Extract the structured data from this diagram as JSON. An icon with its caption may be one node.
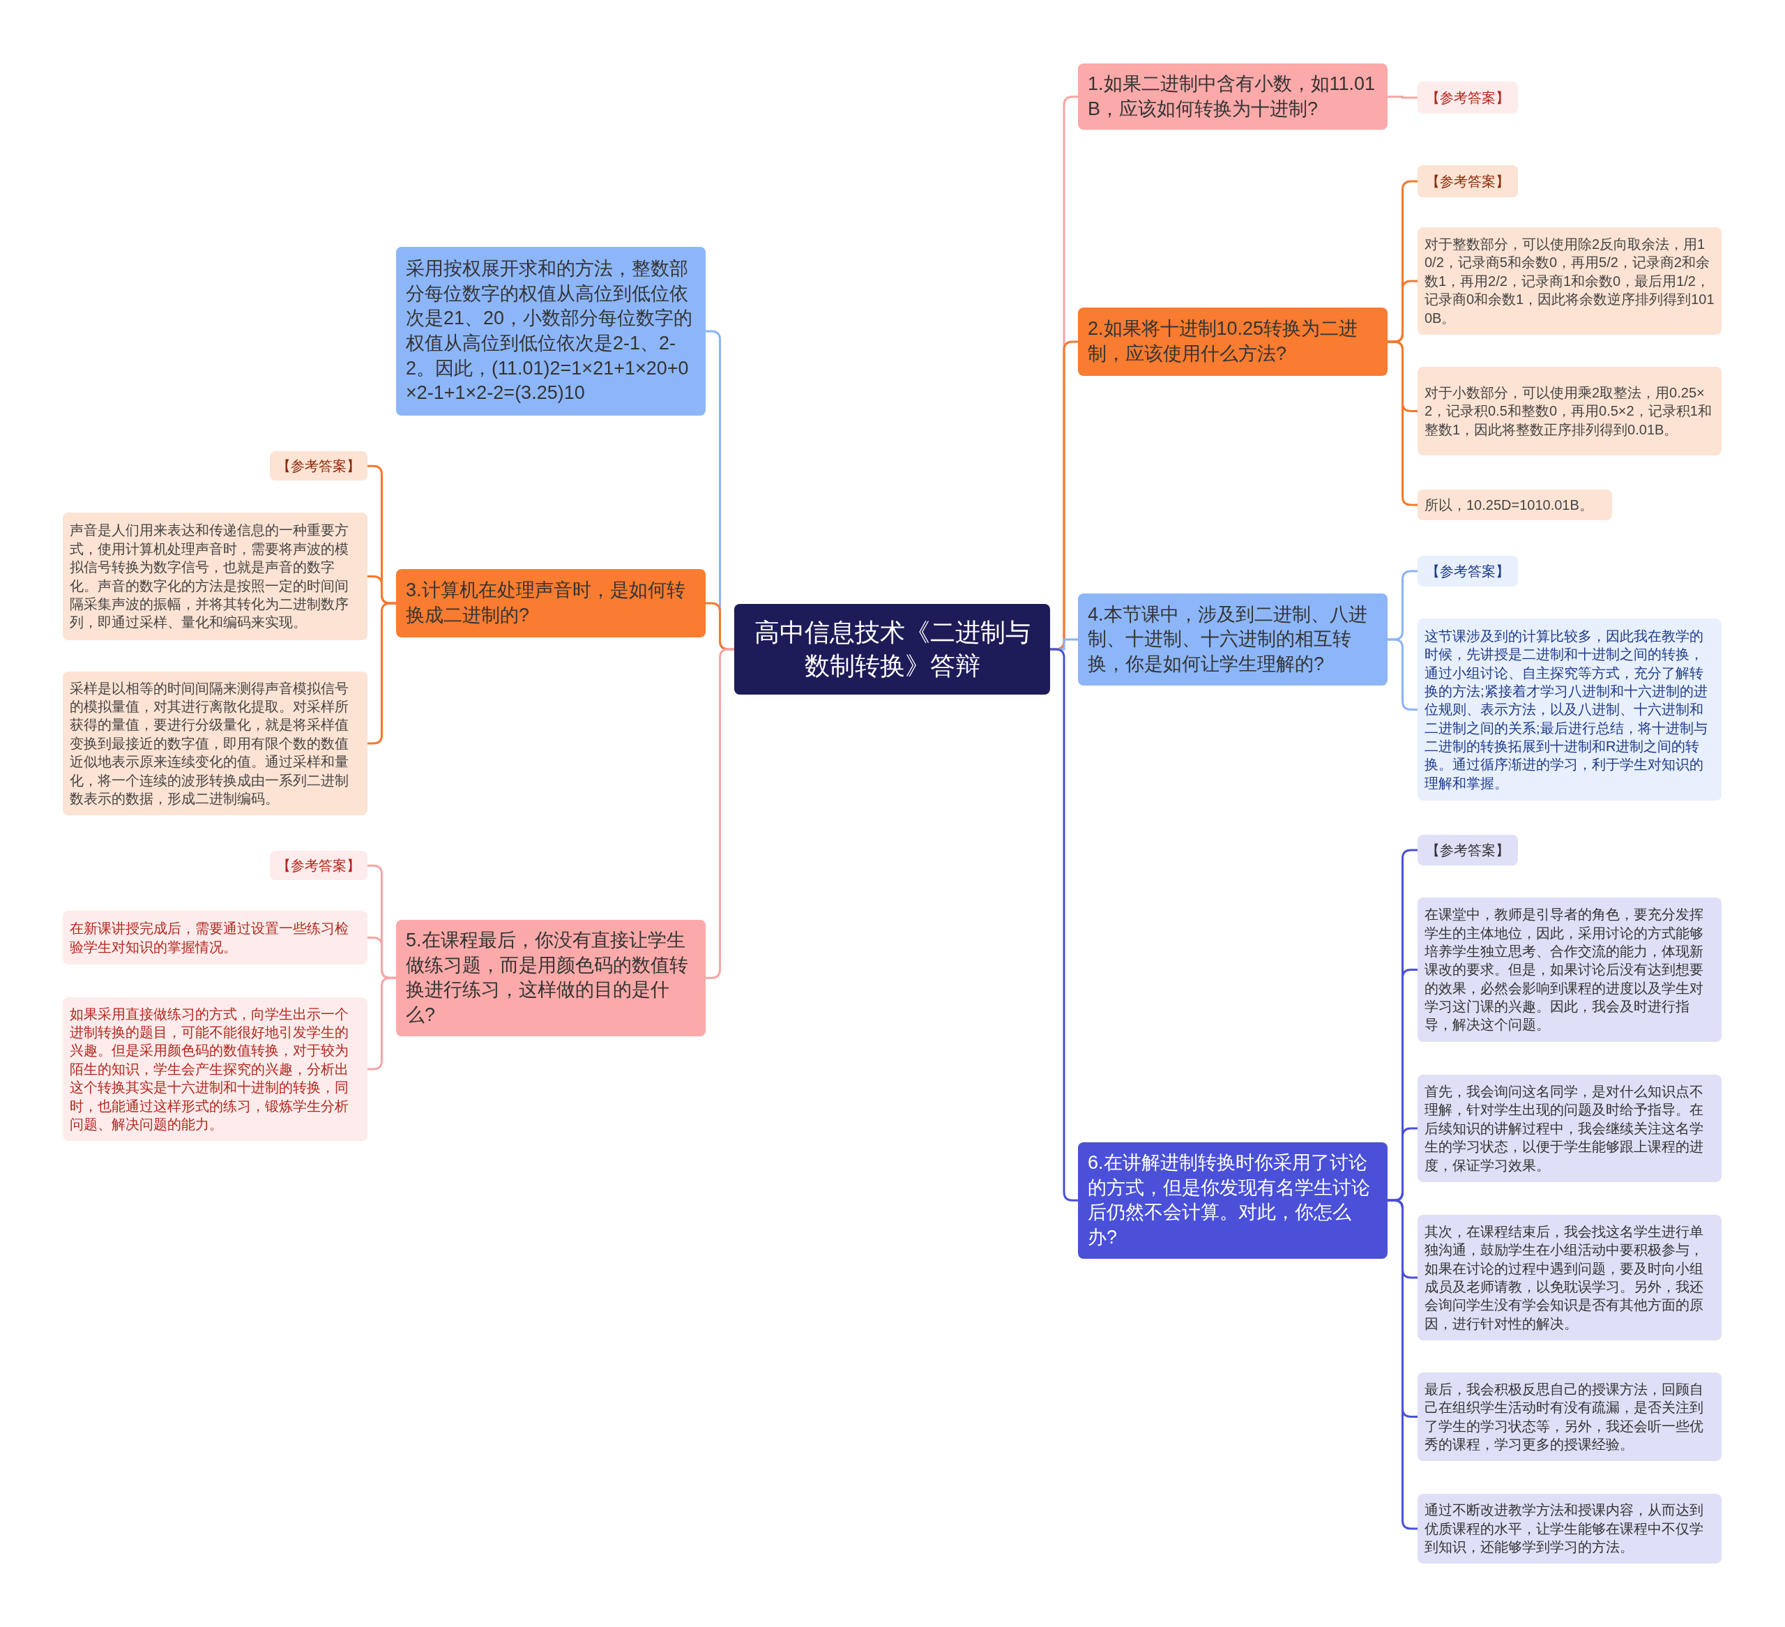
{
  "diagram": {
    "nodes": [
      {
        "text": [
          "高中信息技术《二进制与数制转换》答辩"
        ]
      },
      {
        "text": [
          "1.如果二进制中含有小数，如11.01B，应该如何转换为十进制?"
        ]
      },
      {
        "text": [
          "【参考答案】"
        ]
      },
      {
        "text": [
          "2.如果将十进制10.25转换为二进制，应该使用什么方法?"
        ]
      },
      {
        "text": [
          "【参考答案】"
        ]
      },
      {
        "text": [
          "对于整数部分，可以使用除2反向取余法，用10/2，记录商5和余数0，再用5/2，记录商2和余数1，再用2/2，记录商1和余数0，最后用1/2，记录商0和余数1，因此将余数逆序排列得到1010B。"
        ]
      },
      {
        "text": [
          "对于小数部分，可以使用乘2取整法，用0.25×2，记录积0.5和整数0，再用0.5×2，记录积1和整数1，因此将整数正序排列得到0.01B。"
        ]
      },
      {
        "text": [
          "所以，10.25D=1010.01B。"
        ]
      },
      {
        "text": [
          "4.本节课中，涉及到二进制、八进制、十进制、十六进制的相互转换，你是如何让学生理解的?"
        ]
      },
      {
        "text": [
          "【参考答案】"
        ]
      },
      {
        "text": [
          "这节课涉及到的计算比较多，因此我在教学的时候，先讲授是二进制和十进制之间的转换，通过小组讨论、自主探究等方式，充分了解转换的方法;紧接着才学习八进制和十六进制的进位规则、表示方法，以及八进制、十六进制和二进制之间的关系;最后进行总结，将十进制与二进制的转换拓展到十进制和R进制之间的转换。通过循序渐进的学习，利于学生对知识的理解和掌握。"
        ]
      },
      {
        "text": [
          "6.在讲解进制转换时你采用了讨论的方式，但是你发现有名学生讨论后仍然不会计算。对此，你怎么办?"
        ]
      },
      {
        "text": [
          "【参考答案】"
        ]
      },
      {
        "text": [
          "在课堂中，教师是引导者的角色，要充分发挥学生的主体地位，因此，采用讨论的方式能够培养学生独立思考、合作交流的能力，体现新课改的要求。但是，如果讨论后没有达到想要的效果，必然会影响到课程的进度以及学生对学习这门课的兴趣。因此，我会及时进行指导，解决这个问题。"
        ]
      },
      {
        "text": [
          "首先，我会询问这名同学，是对什么知识点不理解，针对学生出现的问题及时给予指导。在后续知识的讲解过程中，我会继续关注这名学生的学习状态，以便于学生能够跟上课程的进度，保证学习效果。"
        ]
      },
      {
        "text": [
          "其次，在课程结束后，我会找这名学生进行单独沟通，鼓励学生在小组活动中要积极参与，如果在讨论的过程中遇到问题，要及时向小组成员及老师请教，以免耽误学习。另外，我还会询问学生没有学会知识是否有其他方面的原因，进行针对性的解决。"
        ]
      },
      {
        "text": [
          "最后，我会积极反思自己的授课方法，回顾自己在组织学生活动时有没有疏漏，是否关注到了学生的学习状态等，另外，我还会听一些优秀的课程，学习更多的授课经验。"
        ]
      },
      {
        "text": [
          "通过不断改进教学方法和授课内容，从而达到优质课程的水平，让学生能够在课程中不仅学到知识，还能够学到学习的方法。"
        ]
      },
      {
        "text": [
          "采用按权展开求和的方法，整数部分每位数字的权值从高位到低位依次是21、20，小数部分每位数字的权值从高位到低位依次是2-1、2-2。因此，(11.01)2=1×21+1×20+0×2-1+1×2-2=(3.25)10"
        ]
      },
      {
        "text": [
          "3.计算机在处理声音时，是如何转换成二进制的?"
        ]
      },
      {
        "text": [
          "【参考答案】"
        ]
      },
      {
        "text": [
          "声音是人们用来表达和传递信息的一种重要方式，使用计算机处理声音时，需要将声波的模拟信号转换为数字信号，也就是声音的数字化。声音的数字化的方法是按照一定的时间间隔采集声波的振幅，并将其转化为二进制数序列，即通过采样、量化和编码来实现。"
        ]
      },
      {
        "text": [
          "采样是以相等的时间间隔来测得声音模拟信号的模拟量值，对其进行离散化提取。对采样所获得的量值，要进行分级量化，就是将采样值变换到最接近的数字值，即用有限个数的数值近似地表示原来连续变化的值。通过采样和量化，将一个连续的波形转换成由一系列二进制数表示的数据，形成二进制编码。"
        ]
      },
      {
        "text": [
          "5.在课程最后，你没有直接让学生做练习题，而是用颜色码的数值转换进行练习，这样做的目的是什么?"
        ]
      },
      {
        "text": [
          "【参考答案】"
        ]
      },
      {
        "text": [
          "在新课讲授完成后，需要通过设置一些练习检验学生对知识的掌握情况。"
        ]
      },
      {
        "text": [
          "如果采用直接做练习的方式，向学生出示一个进制转换的题目，可能不能很好地引发学生的兴趣。但是采用颜色码的数值转换，对于较为陌生的知识，学生会产生探究的兴趣，分析出这个转换其实是十六进制和十进制的转换，同时，也能通过这样形式的练习，锻炼学生分析问题、解决问题的能力。"
        ]
      }
    ],
    "edges": [
      {
        "from": 0,
        "to": 1,
        "arrow": "none",
        "color": "#f7a5a5"
      },
      {
        "from": 1,
        "to": 2,
        "arrow": "none",
        "color": "#f7a5a5"
      },
      {
        "from": 0,
        "to": 3,
        "arrow": "none",
        "color": "#f5782c"
      },
      {
        "from": 3,
        "to": 4,
        "arrow": "none",
        "color": "#f5782c"
      },
      {
        "from": 3,
        "to": 5,
        "arrow": "none",
        "color": "#f5782c"
      },
      {
        "from": 3,
        "to": 6,
        "arrow": "none",
        "color": "#f5782c"
      },
      {
        "from": 3,
        "to": 7,
        "arrow": "none",
        "color": "#f5782c"
      },
      {
        "from": 0,
        "to": 8,
        "arrow": "none",
        "color": "#8ab4f8"
      },
      {
        "from": 8,
        "to": 9,
        "arrow": "none",
        "color": "#8ab4f8"
      },
      {
        "from": 8,
        "to": 10,
        "arrow": "none",
        "color": "#8ab4f8"
      },
      {
        "from": 0,
        "to": 11,
        "arrow": "none",
        "color": "#4a50d8"
      },
      {
        "from": 11,
        "to": 12,
        "arrow": "none",
        "color": "#4a50d8"
      },
      {
        "from": 11,
        "to": 13,
        "arrow": "none",
        "color": "#4a50d8"
      },
      {
        "from": 11,
        "to": 14,
        "arrow": "none",
        "color": "#4a50d8"
      },
      {
        "from": 11,
        "to": 15,
        "arrow": "none",
        "color": "#4a50d8"
      },
      {
        "from": 11,
        "to": 16,
        "arrow": "none",
        "color": "#4a50d8"
      },
      {
        "from": 11,
        "to": 17,
        "arrow": "none",
        "color": "#4a50d8"
      },
      {
        "from": 0,
        "to": 18,
        "arrow": "none",
        "color": "#8ab4f8"
      },
      {
        "from": 0,
        "to": 19,
        "arrow": "none",
        "color": "#f5782c"
      },
      {
        "from": 19,
        "to": 20,
        "arrow": "none",
        "color": "#f5782c"
      },
      {
        "from": 19,
        "to": 21,
        "arrow": "none",
        "color": "#f5782c"
      },
      {
        "from": 19,
        "to": 22,
        "arrow": "none",
        "color": "#f5782c"
      },
      {
        "from": 0,
        "to": 23,
        "arrow": "none",
        "color": "#f7a5a5"
      },
      {
        "from": 23,
        "to": 24,
        "arrow": "none",
        "color": "#f7a5a5"
      },
      {
        "from": 23,
        "to": 25,
        "arrow": "none",
        "color": "#f7a5a5"
      },
      {
        "from": 23,
        "to": 26,
        "arrow": "none",
        "color": "#f7a5a5"
      }
    ]
  }
}
